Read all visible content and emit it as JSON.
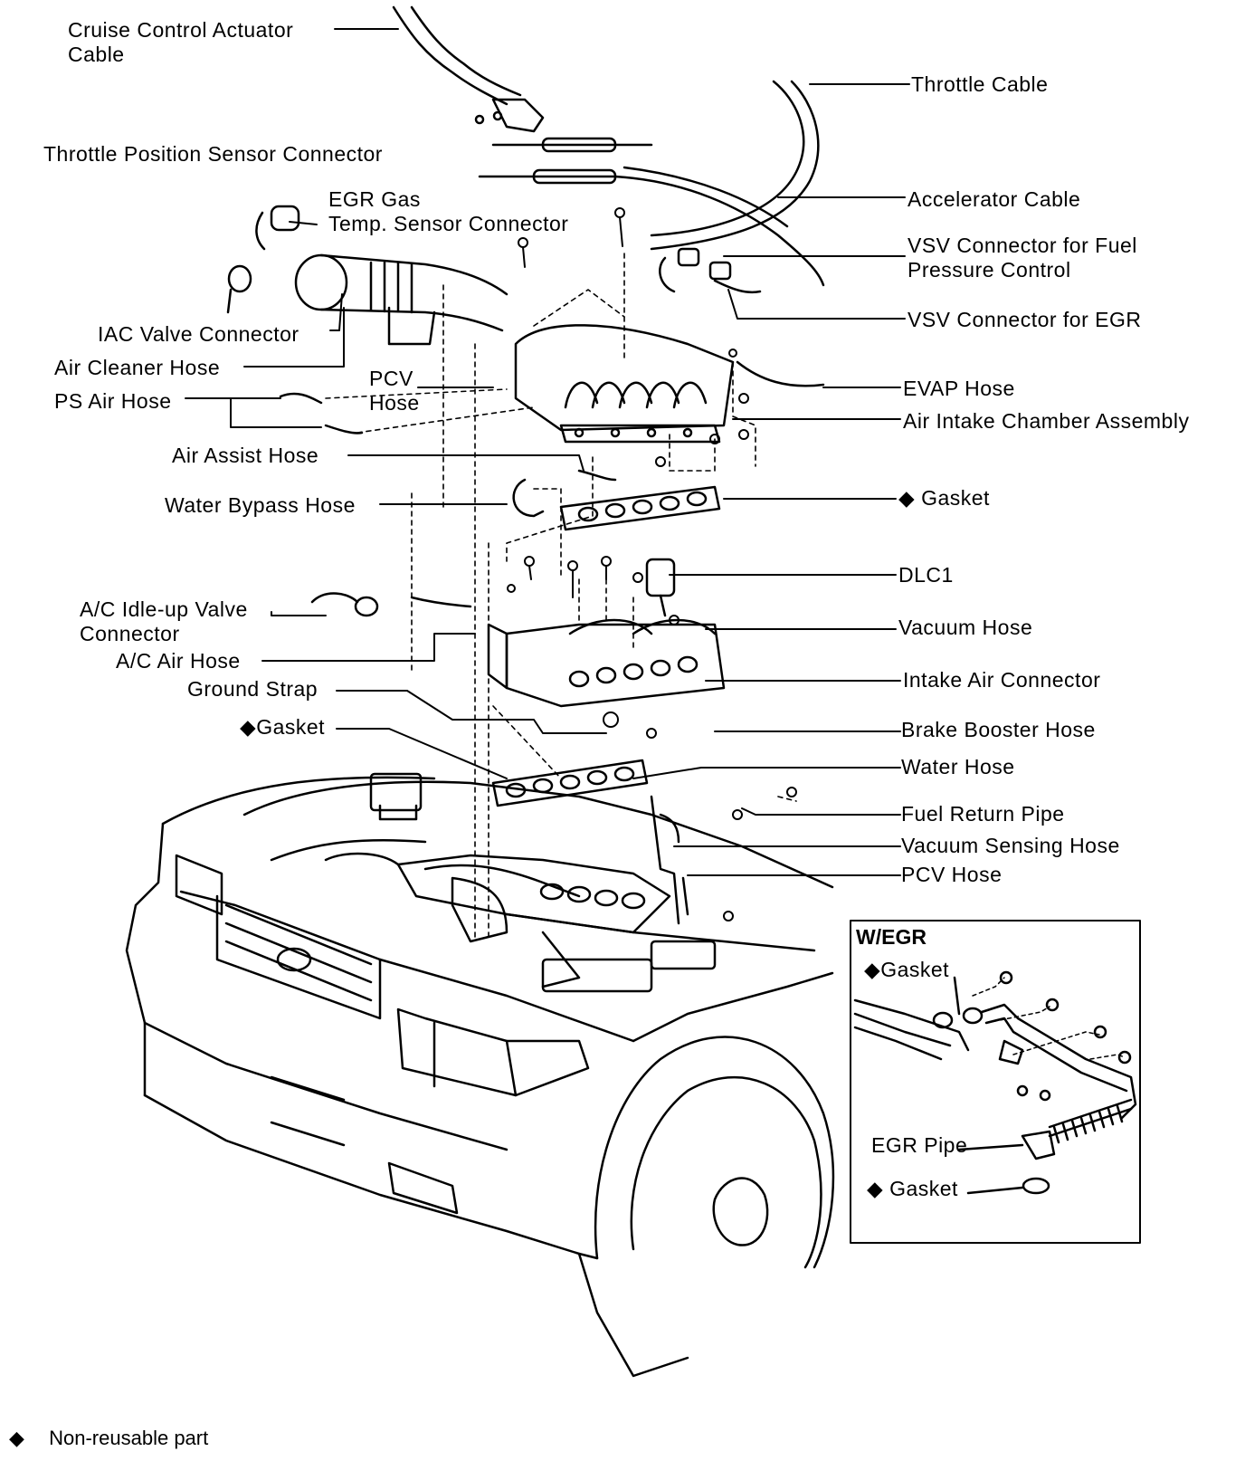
{
  "labels": {
    "cruise_cable_1": "Cruise Control Actuator",
    "cruise_cable_2": "Cable",
    "throttle_cable": "Throttle Cable",
    "tps_connector": "Throttle Position Sensor Connector",
    "egr_gas_1": "EGR Gas",
    "egr_gas_2": "Temp. Sensor Connector",
    "accelerator_cable": "Accelerator Cable",
    "vsv_fuel_1": "VSV Connector for Fuel",
    "vsv_fuel_2": "Pressure Control",
    "vsv_egr": "VSV Connector for EGR",
    "iac_valve": "IAC Valve Connector",
    "air_cleaner_hose": "Air Cleaner Hose",
    "pcv_hose_upper_1": "PCV",
    "pcv_hose_upper_2": "Hose",
    "ps_air_hose": "PS Air Hose",
    "evap_hose": "EVAP Hose",
    "air_intake_chamber": "Air Intake Chamber Assembly",
    "air_assist_hose": "Air Assist Hose",
    "water_bypass_hose": "Water Bypass Hose",
    "gasket_upper": "◆ Gasket",
    "dlc1": "DLC1",
    "ac_idle_1": "A/C Idle-up Valve",
    "ac_idle_2": "Connector",
    "vacuum_hose": "Vacuum Hose",
    "ac_air_hose": "A/C Air Hose",
    "intake_air_connector": "Intake Air Connector",
    "ground_strap": "Ground Strap",
    "gasket_lower": "◆Gasket",
    "brake_booster_hose": "Brake Booster Hose",
    "water_hose": "Water Hose",
    "fuel_return_pipe": "Fuel Return Pipe",
    "vacuum_sensing_hose": "Vacuum Sensing Hose",
    "pcv_hose_lower": "PCV Hose"
  },
  "inset": {
    "title": "W/EGR",
    "gasket_top": "◆Gasket",
    "egr_pipe": "EGR Pipe",
    "gasket_bottom": "◆ Gasket"
  },
  "legend": {
    "symbol": "◆",
    "text": "Non-reusable part"
  }
}
